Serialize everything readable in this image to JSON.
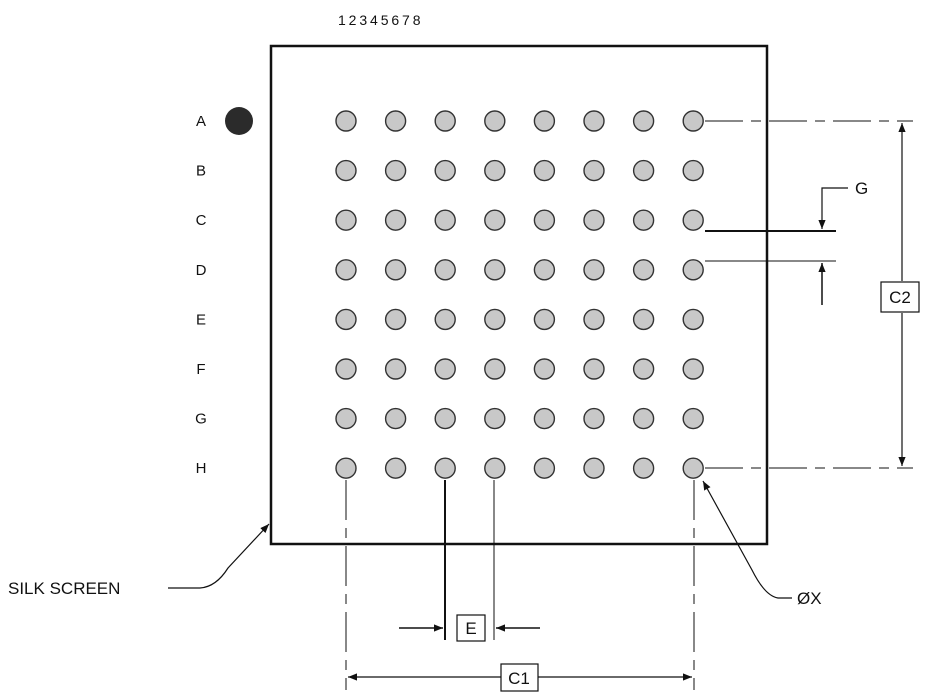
{
  "colors": {
    "ball_fill": "#c8c8c8",
    "ball_stroke": "#333333",
    "pin1_marker": "#2b2b2b",
    "line": "#111111",
    "background": "#ffffff"
  },
  "columns_header": "1 2 3 4 5 6 7 8",
  "rows": [
    "A",
    "B",
    "C",
    "D",
    "E",
    "F",
    "G",
    "H"
  ],
  "grid": {
    "rows": 8,
    "columns": 8
  },
  "dimensions": {
    "pitch_label": "E",
    "width_label": "C1",
    "height_label": "C2",
    "gap_label": "G",
    "ball_diameter_label": "ØX"
  },
  "callouts": {
    "silk_screen": "SILK SCREEN"
  }
}
